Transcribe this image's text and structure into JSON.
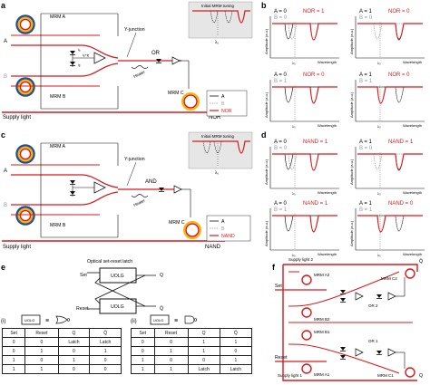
{
  "colors": {
    "red": "#d7191c",
    "gray": "#9a9a9a",
    "ring_blue": "#1f4e9c",
    "ring_yellow": "#f2b800",
    "shade": "#e6e6e6"
  },
  "panels": {
    "a": "a",
    "b": "b",
    "c": "c",
    "d": "d",
    "e": "e",
    "f": "f"
  },
  "a": {
    "mrm_a": "MRM A",
    "mrm_b": "MRM B",
    "mrm_c": "MRM C",
    "in_a": "A",
    "in_b": "B",
    "gate": "OR",
    "y_junction": "Y-junction",
    "heater": "Heater",
    "supply": "Supply light",
    "output": "NOR",
    "i_a": "iₐ",
    "i_b": "iᵦ",
    "i_ab": "iₐ+iᵦ",
    "legend": [
      "A",
      "B",
      "NOR"
    ],
    "inset_title": "Initial MRM tuning",
    "inset_x": "λ₀"
  },
  "b": {
    "plots": [
      {
        "a": "A = 0",
        "b": "B = 0",
        "out": "NOR = 1"
      },
      {
        "a": "A = 1",
        "b": "B = 0",
        "out": "NOR = 0"
      },
      {
        "a": "A = 0",
        "b": "B = 1",
        "out": "NOR = 0"
      },
      {
        "a": "A = 1",
        "b": "B = 1",
        "out": "NOR = 0"
      }
    ],
    "ylabel": "Amplitude (a.u.)",
    "xlabel": "Wavelength",
    "x0": "λ₀"
  },
  "c": {
    "mrm_a": "MRM A",
    "mrm_b": "MRM B",
    "mrm_c": "MRM C",
    "in_a": "A",
    "in_b": "B",
    "gate": "AND",
    "y_junction": "Y-junction",
    "heater": "Heater",
    "supply": "Supply light",
    "output": "NAND",
    "legend": [
      "A",
      "B",
      "NAND"
    ],
    "inset_title": "Initial MRM tuning",
    "inset_x": "λ₀"
  },
  "d": {
    "plots": [
      {
        "a": "A = 0",
        "b": "B = 0",
        "out": "NAND = 1"
      },
      {
        "a": "A = 1",
        "b": "B = 0",
        "out": "NAND = 1"
      },
      {
        "a": "A = 0",
        "b": "B = 1",
        "out": "NAND = 1"
      },
      {
        "a": "A = 1",
        "b": "B = 1",
        "out": "NAND = 0"
      }
    ],
    "ylabel": "Amplitude (a.u.)",
    "xlabel": "Wavelength",
    "x0": "λ₀"
  },
  "e": {
    "title": "Optical set-reset latch",
    "set": "Set",
    "reset": "Reset",
    "q": "Q",
    "qbar": "Q̄",
    "block": "UOLG",
    "sub_i": "(i)",
    "sub_ii": "(ii)",
    "table_i": {
      "headers": [
        "Set",
        "Reset",
        "Q",
        "Q̄"
      ],
      "rows": [
        [
          "0",
          "0",
          "Latch",
          "Latch"
        ],
        [
          "0",
          "1",
          "0",
          "1"
        ],
        [
          "1",
          "0",
          "1",
          "0"
        ],
        [
          "1",
          "1",
          "0",
          "0"
        ]
      ]
    },
    "table_ii": {
      "headers": [
        "Set",
        "Reset",
        "Q",
        "Q̄"
      ],
      "rows": [
        [
          "0",
          "0",
          "1",
          "1"
        ],
        [
          "0",
          "1",
          "1",
          "0"
        ],
        [
          "1",
          "0",
          "0",
          "1"
        ],
        [
          "1",
          "1",
          "Latch",
          "Latch"
        ]
      ]
    }
  },
  "f": {
    "supply2": "Supply light 2",
    "supply1": "Supply light 1",
    "set": "Set",
    "reset": "Reset",
    "q": "Q",
    "qbar": "Q̄",
    "mrm_a2": "MRM A2",
    "mrm_b2": "MRM B2",
    "mrm_b1": "MRM B1",
    "mrm_a1": "MRM A1",
    "mrm_c2": "MRM C2",
    "mrm_c1": "MRM C1",
    "or2": "OR 2",
    "or1": "OR 1"
  }
}
